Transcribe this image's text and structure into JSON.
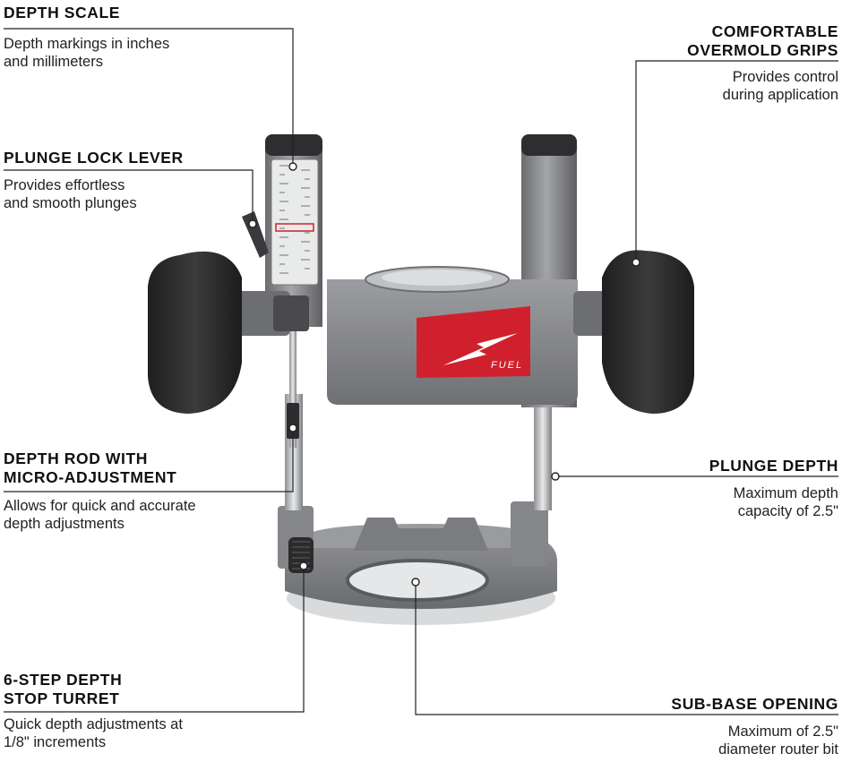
{
  "callouts": {
    "depth_scale": {
      "title": "DEPTH SCALE",
      "desc": "Depth markings in inches\nand millimeters"
    },
    "plunge_lock": {
      "title": "PLUNGE LOCK LEVER",
      "desc": "Provides effortless\nand smooth plunges"
    },
    "depth_rod": {
      "title": "DEPTH ROD WITH\nMICRO-ADJUSTMENT",
      "desc": "Allows for quick and accurate\ndepth adjustments"
    },
    "turret": {
      "title": "6-STEP DEPTH\nSTOP TURRET",
      "desc": "Quick depth adjustments at\n1/8\" increments"
    },
    "grips": {
      "title": "COMFORTABLE\nOVERMOLD GRIPS",
      "desc": "Provides control\nduring application"
    },
    "plunge_depth": {
      "title": "PLUNGE DEPTH",
      "desc": "Maximum depth\ncapacity of 2.5\""
    },
    "sub_base": {
      "title": "SUB-BASE OPENING",
      "desc": "Maximum of 2.5\"\ndiameter router bit"
    }
  },
  "product": {
    "badge_text": "FUEL",
    "colors": {
      "body_gray": "#8a8b8e",
      "dark_gray": "#5c5d60",
      "grip_black": "#2a2a2b",
      "badge_red": "#d0202e",
      "metal": "#c9cbcd"
    }
  }
}
